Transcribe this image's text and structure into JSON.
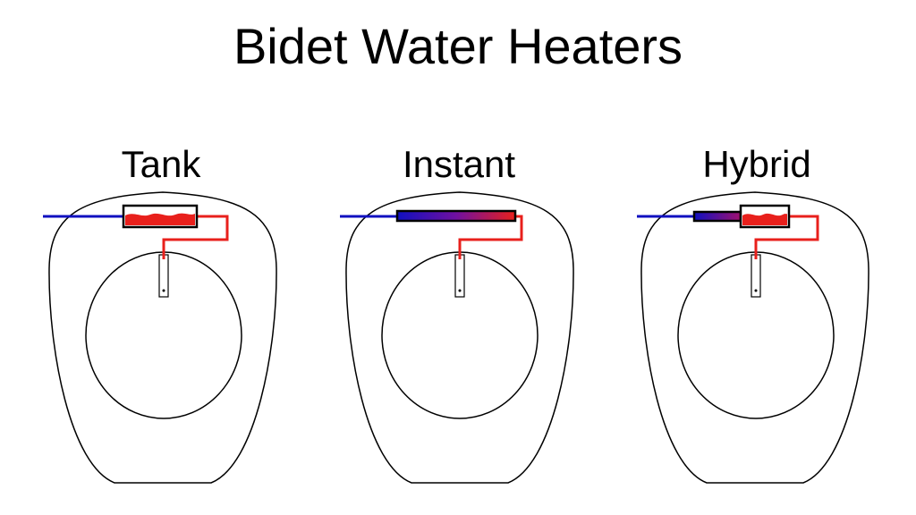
{
  "title": "Bidet Water Heaters",
  "heaters": [
    {
      "label": "Tank"
    },
    {
      "label": "Instant"
    },
    {
      "label": "Hybrid"
    }
  ],
  "colors": {
    "cold_water": "#1010c0",
    "hot_water": "#e8201c",
    "outline": "#000000"
  }
}
